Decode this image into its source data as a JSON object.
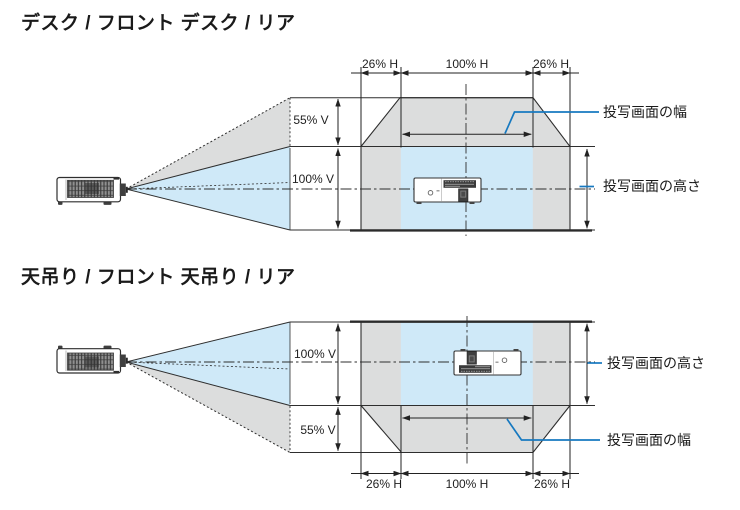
{
  "colors": {
    "beam_blue": "#cfe9f8",
    "region_gray": "#dcdddd",
    "outline_dark": "#2e2e2e",
    "callout_blue": "#1779c0",
    "title_text": "#1a1a1a"
  },
  "icons": {
    "projector_side": "projector-side-view",
    "projector_front": "projector-front-view"
  },
  "diagrams": [
    {
      "title": "デスク / フロント デスク / リア",
      "dim_h_left": "26% H",
      "dim_h_center": "100% H",
      "dim_h_right": "26% H",
      "v_upper": "55% V",
      "v_lower": "100% V",
      "callout_width": "投写画面の幅",
      "callout_height": "投写画面の高さ"
    },
    {
      "title": "天吊り / フロント 天吊り / リア",
      "dim_h_left": "26% H",
      "dim_h_center": "100% H",
      "dim_h_right": "26% H",
      "v_upper": "100% V",
      "v_lower": "55% V",
      "callout_width": "投写画面の幅",
      "callout_height": "投写画面の高さ"
    }
  ]
}
